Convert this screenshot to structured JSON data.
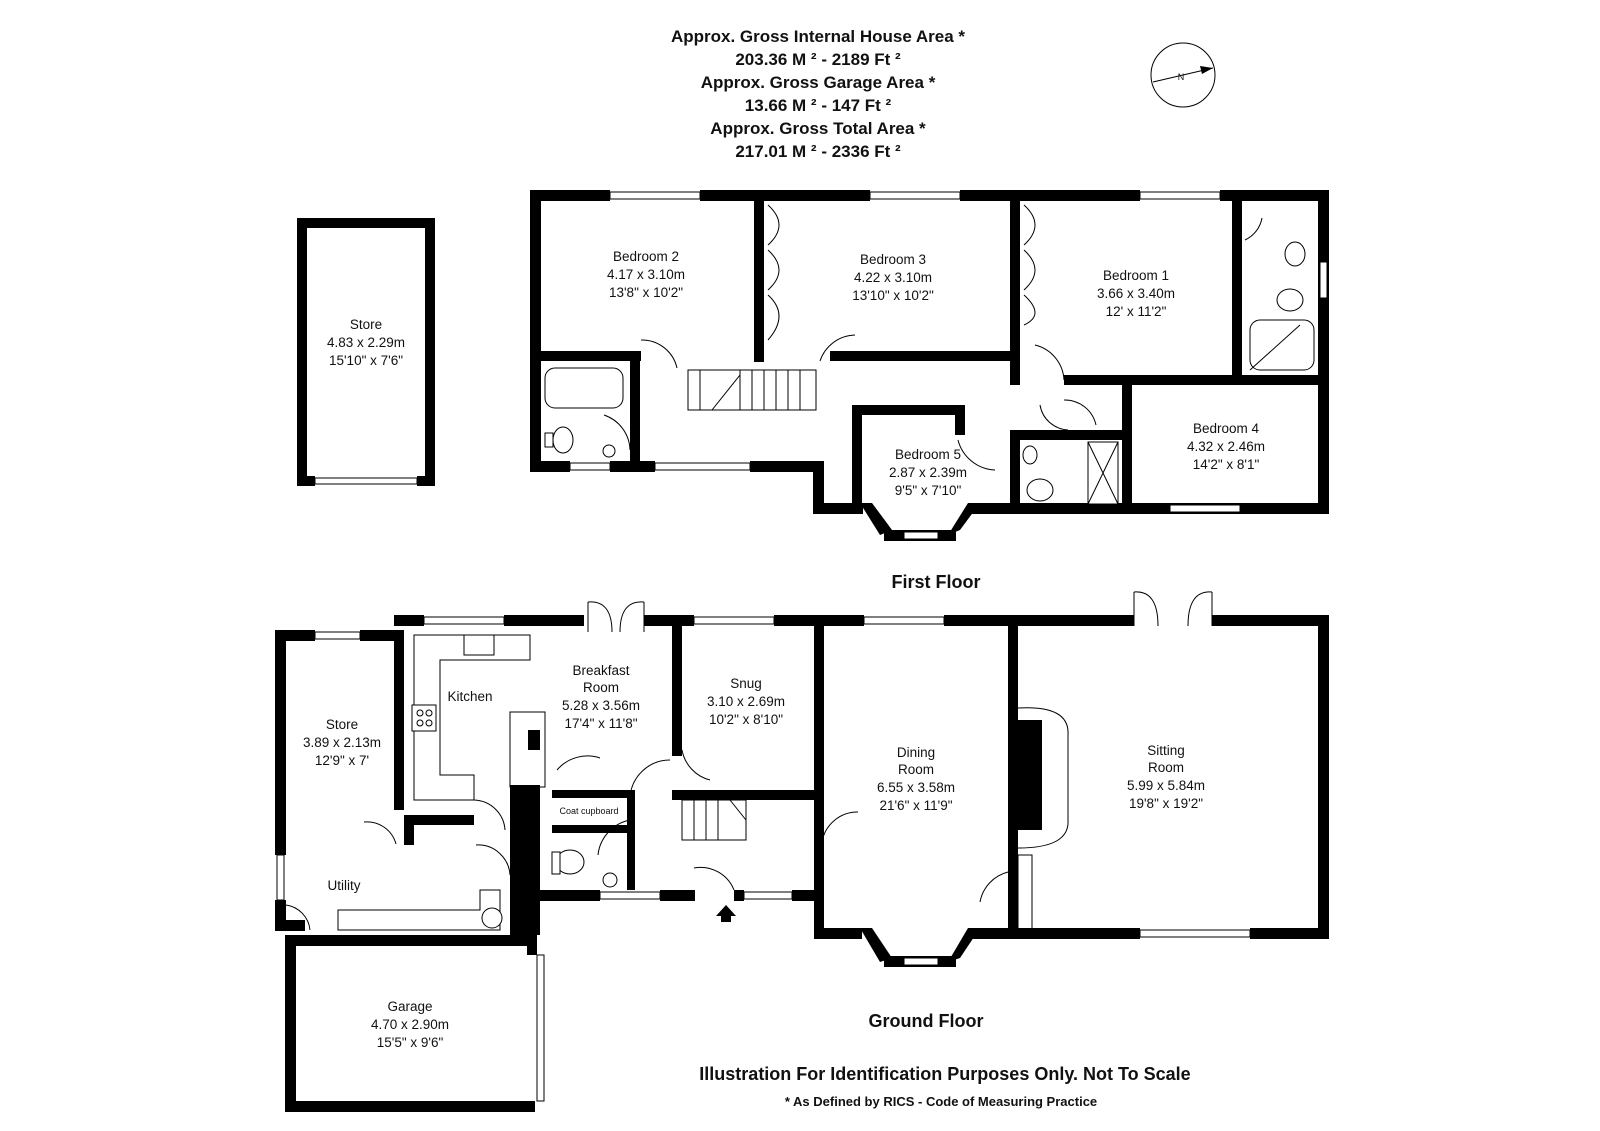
{
  "header": {
    "line1": "Approx. Gross Internal House Area *",
    "line2": "203.36 M ² - 2189 Ft ²",
    "line3": "Approx. Gross Garage Area *",
    "line4": "13.66 M ² - 147 Ft ²",
    "line5": "Approx. Gross Total Area *",
    "line6": "217.01 M ² - 2336 Ft ²"
  },
  "compass": {
    "label": "N",
    "icon": "compass-icon"
  },
  "floors": {
    "first": "First Floor",
    "ground": "Ground Floor"
  },
  "rooms": {
    "store_outbuilding": {
      "name": "Store",
      "metric": "4.83 x 2.29m",
      "imperial": "15'10\" x 7'6\""
    },
    "bedroom2": {
      "name": "Bedroom 2",
      "metric": "4.17 x 3.10m",
      "imperial": "13'8\" x 10'2\""
    },
    "bedroom3": {
      "name": "Bedroom 3",
      "metric": "4.22 x 3.10m",
      "imperial": "13'10\" x 10'2\""
    },
    "bedroom1": {
      "name": "Bedroom 1",
      "metric": "3.66 x 3.40m",
      "imperial": "12' x 11'2\""
    },
    "bedroom4": {
      "name": "Bedroom 4",
      "metric": "4.32 x 2.46m",
      "imperial": "14'2\" x 8'1\""
    },
    "bedroom5": {
      "name": "Bedroom 5",
      "metric": "2.87 x 2.39m",
      "imperial": "9'5\" x 7'10\""
    },
    "store_ground": {
      "name": "Store",
      "metric": "3.89 x 2.13m",
      "imperial": "12'9\" x 7'"
    },
    "kitchen": {
      "name": "Kitchen"
    },
    "breakfast": {
      "name_line1": "Breakfast",
      "name_line2": "Room",
      "metric": "5.28 x 3.56m",
      "imperial": "17'4\" x 11'8\""
    },
    "snug": {
      "name": "Snug",
      "metric": "3.10 x 2.69m",
      "imperial": "10'2\" x 8'10\""
    },
    "dining": {
      "name_line1": "Dining",
      "name_line2": "Room",
      "metric": "6.55 x 3.58m",
      "imperial": "21'6\" x 11'9\""
    },
    "sitting": {
      "name_line1": "Sitting",
      "name_line2": "Room",
      "metric": "5.99 x 5.84m",
      "imperial": "19'8\" x 19'2\""
    },
    "coat": {
      "name": "Coat cupboard"
    },
    "utility": {
      "name": "Utility"
    },
    "garage": {
      "name": "Garage",
      "metric": "4.70 x 2.90m",
      "imperial": "15'5\" x 9'6\""
    }
  },
  "footer": {
    "disclaimer": "Illustration For Identification Purposes Only. Not To Scale",
    "rics": "* As Defined by RICS - Code of Measuring Practice"
  },
  "colors": {
    "wall": "#000000",
    "background": "#ffffff",
    "text": "#111111"
  }
}
